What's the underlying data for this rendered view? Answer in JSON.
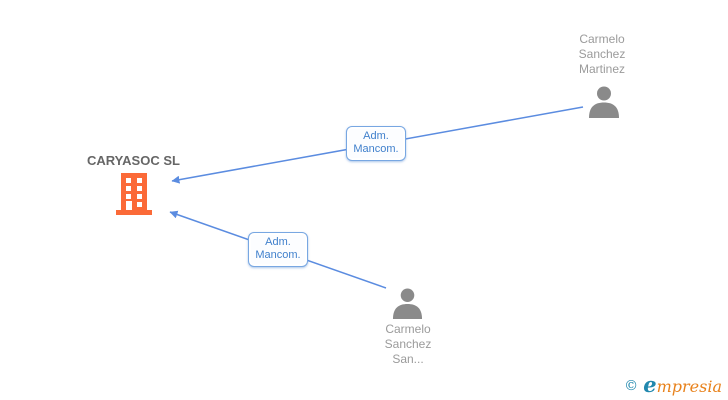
{
  "colors": {
    "line_blue": "#5b8ce0",
    "label_blue": "#4080cc",
    "label_border": "#78a7e2",
    "building_orange": "#fb6a38",
    "building_orange_dark": "#f7551e",
    "person_gray": "#8a8a8a",
    "name_gray": "#9b9b9b",
    "company_gray": "#666666",
    "brand_teal": "#2188ae",
    "brand_orange": "#e8821c"
  },
  "company": {
    "name": "CARYASOC SL"
  },
  "persons": [
    {
      "name_lines": [
        "Carmelo",
        "Sanchez",
        "Martinez"
      ]
    },
    {
      "name_lines": [
        "Carmelo",
        "Sanchez",
        "San..."
      ]
    }
  ],
  "relations": [
    {
      "label_lines": [
        "Adm.",
        "Mancom."
      ]
    },
    {
      "label_lines": [
        "Adm.",
        "Mancom."
      ]
    }
  ],
  "watermark": {
    "copyright_symbol": "©",
    "brand_lead": "e",
    "brand_rest": "mpresia"
  }
}
